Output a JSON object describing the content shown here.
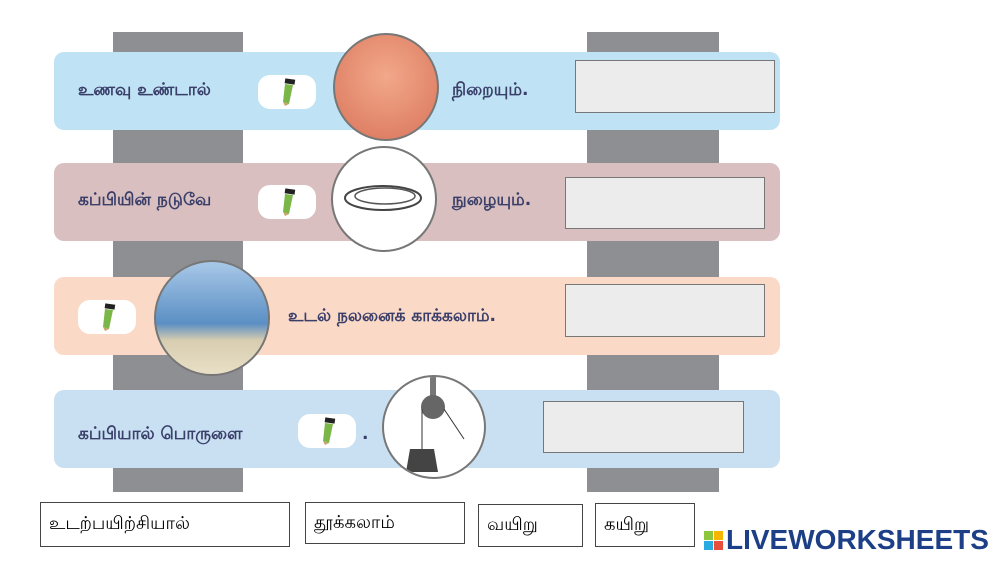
{
  "rows": [
    {
      "before": "உணவு உண்டால்",
      "after": "நிறையும்.",
      "image": "stomach-photo",
      "color": "#bfe3f4"
    },
    {
      "before": "கப்பியின் நடுவே",
      "after": "நுழையும்.",
      "image": "rope-photo",
      "color": "#d9bfbf"
    },
    {
      "before": "",
      "after": "உடல் நலனைக் காக்கலாம்.",
      "image": "runner-photo",
      "color": "#fbd9c7"
    },
    {
      "before": "கப்பியால் பொருளை",
      "after": ".",
      "image": "pulley-photo",
      "color": "#c8e0f2"
    }
  ],
  "answer_boxes": [
    "",
    "",
    "",
    ""
  ],
  "word_bank": [
    "உடற்பயிற்சியால்",
    "தூக்கலாம்",
    "வயிறு",
    "கயிறு"
  ],
  "logo": {
    "text": "LIVEWORKSHEETS",
    "colors": [
      "#8cc63f",
      "#f7b500",
      "#29abe2",
      "#e94e3d"
    ]
  }
}
